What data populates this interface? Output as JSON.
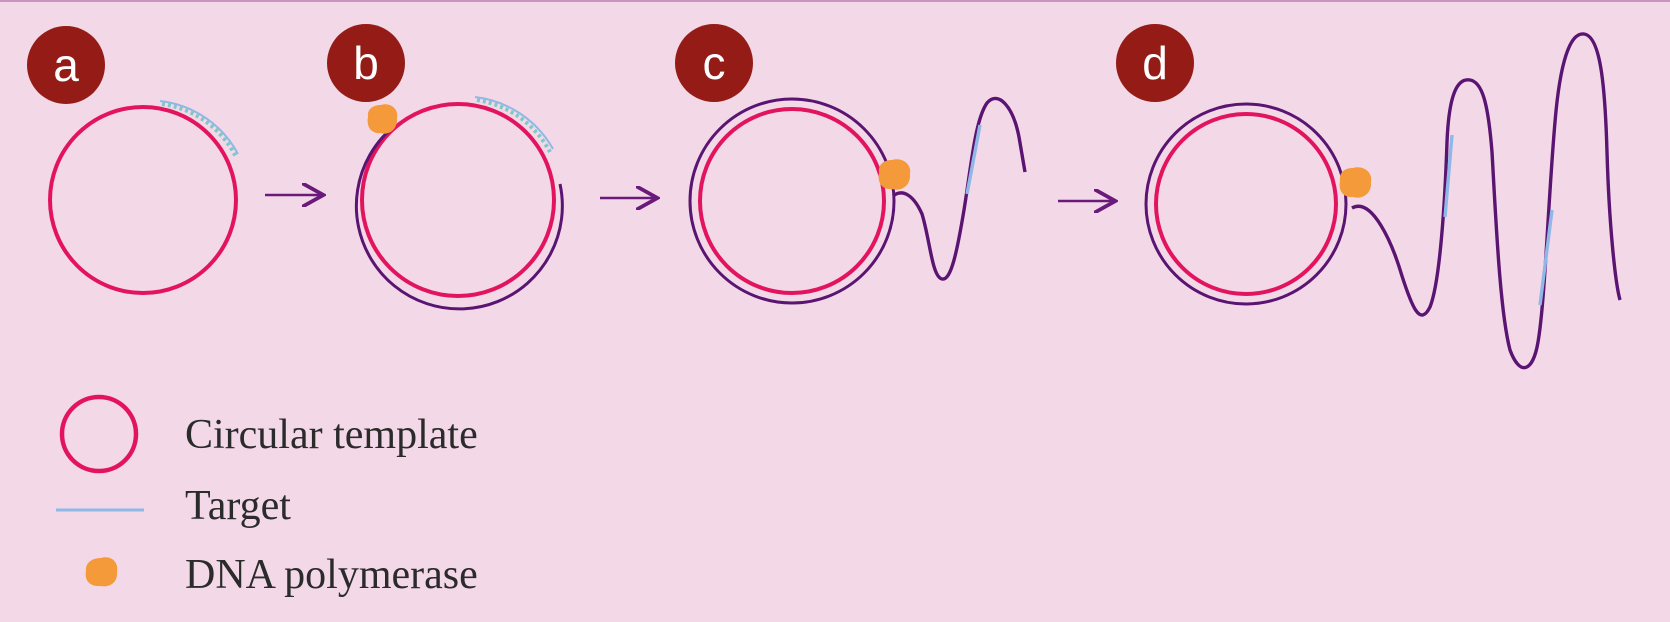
{
  "steps": [
    {
      "label": "a"
    },
    {
      "label": "b"
    },
    {
      "label": "c"
    },
    {
      "label": "d"
    }
  ],
  "legend": {
    "template": "Circular template",
    "target": "Target",
    "polymerase": "DNA polymerase"
  },
  "colors": {
    "background": "#f3d9e8",
    "badge": "#951b16",
    "template": "#e3145e",
    "product": "#5a1472",
    "target": "#8fb8e6",
    "polymerase": "#f59a3a",
    "primer": "#7ec9c7",
    "arrow": "#6a1a7a"
  }
}
